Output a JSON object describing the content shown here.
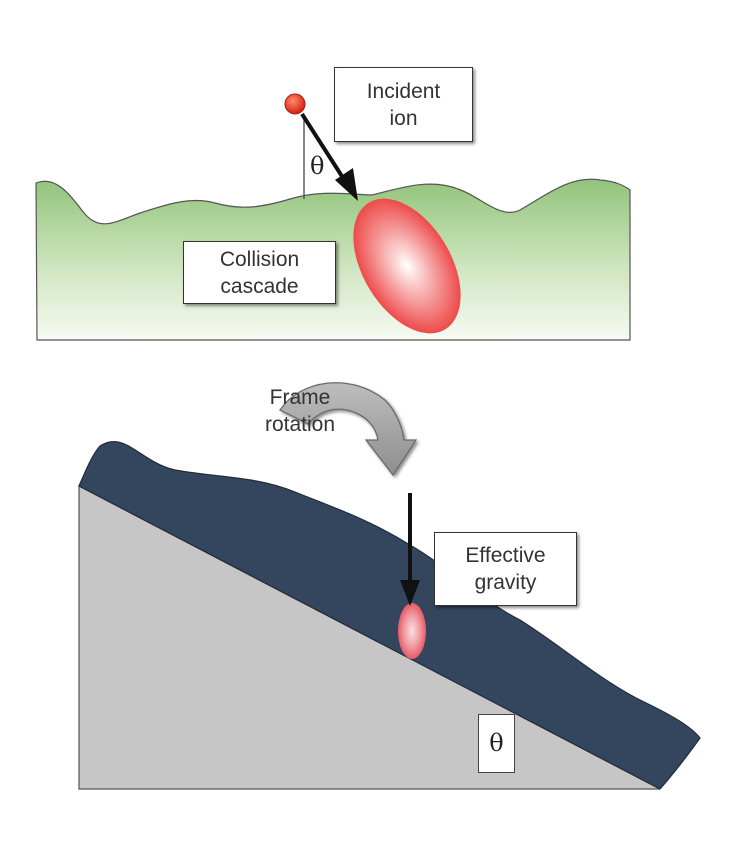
{
  "labels": {
    "incident_ion": [
      "Incident",
      "ion"
    ],
    "collision_cascade": [
      "Collision",
      "cascade"
    ],
    "frame_rotation": [
      "Frame",
      "rotation"
    ],
    "effective_gravity": [
      "Effective",
      "gravity"
    ],
    "theta_top": "θ",
    "theta_bottom": "θ"
  },
  "colors": {
    "surface_green": "#9cc983",
    "cascade_red": "#f04c4c",
    "ion_red": "#e8251b",
    "substrate_gray": "#c6c6c6",
    "layer_navy": "#34465d",
    "rotation_arrow_gray": "#a3a3a3"
  }
}
